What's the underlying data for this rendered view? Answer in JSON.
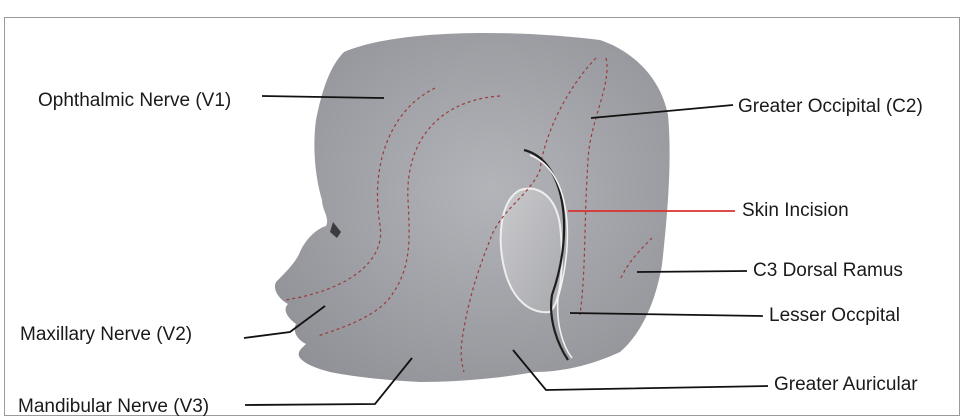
{
  "labels": {
    "ophthalmic": "Ophthalmic Nerve (V1)",
    "maxillary": "Maxillary Nerve (V2)",
    "mandibular": "Mandibular Nerve (V3)",
    "greater_occipital": "Greater Occipital (C2)",
    "skin_incision": "Skin Incision",
    "c3_dorsal": "C3 Dorsal Ramus",
    "lesser_occipital": "Lesser Occpital",
    "greater_auricular": "Greater Auricular"
  },
  "colors": {
    "head": "#a4a5aa",
    "dashed": "#9a3b3b",
    "leader": "#111111",
    "incision": "#d8322e"
  }
}
